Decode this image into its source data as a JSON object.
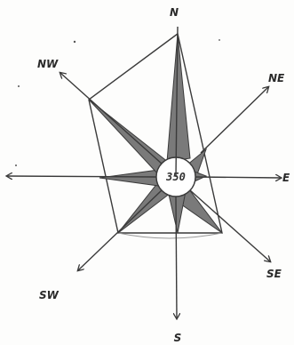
{
  "compass": {
    "center_value": "350",
    "labels": {
      "n": "N",
      "ne": "NE",
      "e": "E",
      "se": "SE",
      "s": "S",
      "sw": "SW",
      "w": "",
      "nw": "NW"
    }
  },
  "colors": {
    "line": "#3a3a3a",
    "star_fill": "#7a7a7a",
    "center_fill": "#ffffff"
  }
}
